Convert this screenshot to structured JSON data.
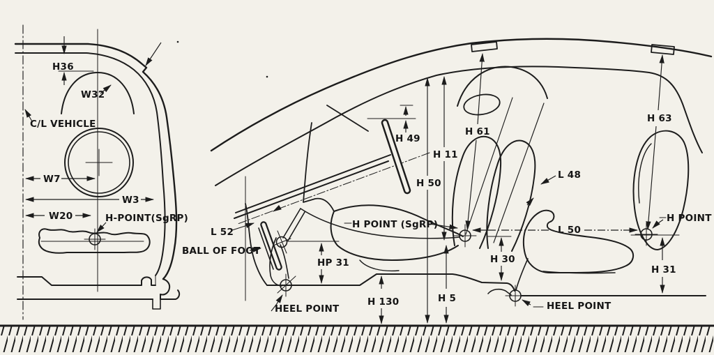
{
  "colors": {
    "paper": "#f3f1ea",
    "ink": "#1c1c1c",
    "roof_tab_shaded": "#b9beb8"
  },
  "front_view": {
    "labels": {
      "h36": "H36",
      "w32": "W32",
      "cl_vehicle": "C/L VEHICLE",
      "w7": "W7",
      "w3": "W3",
      "w20": "W20",
      "h_point": "H-POINT(SgRP)"
    }
  },
  "side_view": {
    "labels": {
      "l52": "L 52",
      "ball_of_foot": "BALL OF FOOT",
      "heel_point_left": "HEEL POINT",
      "hp31": "HP 31",
      "h130": "H 130",
      "h5": "H 5",
      "h30": "H 30",
      "h49": "H 49",
      "h61": "H 61",
      "h11": "H 11",
      "h50": "H 50",
      "h_point_sgrp": "H POINT (SgRP)",
      "l50": "L 50",
      "l48": "L 48",
      "h63": "H 63",
      "h_point_right": "H POINT",
      "h31": "H 31",
      "heel_point_right": "HEEL POINT"
    }
  }
}
